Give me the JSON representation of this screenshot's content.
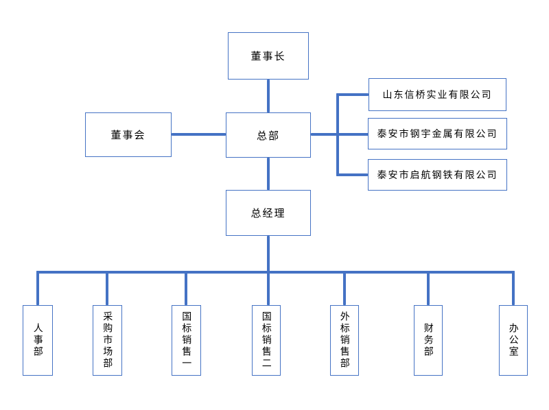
{
  "diagram": {
    "accent_color": "#4472C4",
    "background_color": "#ffffff",
    "nodes": {
      "chairman": {
        "label": "董事长"
      },
      "board": {
        "label": "董事会"
      },
      "hq": {
        "label": "总部"
      },
      "gm": {
        "label": "总经理"
      },
      "companies": [
        {
          "label": "山东信桥实业有限公司"
        },
        {
          "label": "泰安市钢宇金属有限公司"
        },
        {
          "label": "泰安市启航钢铁有限公司"
        }
      ],
      "departments": [
        {
          "label": "人事部"
        },
        {
          "label": "采购市场部"
        },
        {
          "label": "国标销售一"
        },
        {
          "label": "国标销售二"
        },
        {
          "label": "外标销售部"
        },
        {
          "label": "财务部"
        },
        {
          "label": "办公室"
        }
      ]
    },
    "edges": [
      {
        "from": "董事长",
        "to": "总部"
      },
      {
        "from": "董事会",
        "to": "总部"
      },
      {
        "from": "总部",
        "to": "山东信桥实业有限公司"
      },
      {
        "from": "总部",
        "to": "泰安市钢宇金属有限公司"
      },
      {
        "from": "总部",
        "to": "泰安市启航钢铁有限公司"
      },
      {
        "from": "总部",
        "to": "总经理"
      },
      {
        "from": "总经理",
        "to": "人事部"
      },
      {
        "from": "总经理",
        "to": "采购市场部"
      },
      {
        "from": "总经理",
        "to": "国标销售一"
      },
      {
        "from": "总经理",
        "to": "国标销售二"
      },
      {
        "from": "总经理",
        "to": "外标销售部"
      },
      {
        "from": "总经理",
        "to": "财务部"
      },
      {
        "from": "总经理",
        "to": "办公室"
      }
    ]
  }
}
